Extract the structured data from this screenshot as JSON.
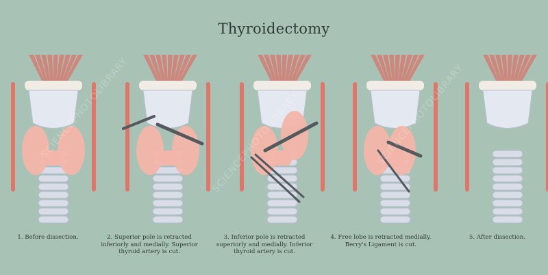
{
  "title": "Thyroidectomy",
  "watermark": "SCIENCEPHOTOLIBRARY",
  "colors": {
    "background": "#a9c2b6",
    "muscle": "#d9736a",
    "thyroid": "#f3b5a9",
    "cartilage": "#e4e8f0",
    "trachea": "#d8dde8",
    "artery": "#e0766a",
    "instrument": "#55585c"
  },
  "steps": [
    {
      "caption": "1. Before dissection.",
      "instruments": "none",
      "gland": "intact"
    },
    {
      "caption": "2. Superior pole is retracted inferiorly and medially. Superior thyroid artery is cut.",
      "instruments": "superior",
      "gland": "intact"
    },
    {
      "caption": "3. Inferior pole is retracted superiorly and medially. Inferior thyroid artery is cut.",
      "instruments": "inferior",
      "gland": "lifted"
    },
    {
      "caption": "4. Free lobe is retracted medially. Berry's Ligament is cut.",
      "instruments": "medial",
      "gland": "free"
    },
    {
      "caption": "5. After dissection.",
      "instruments": "none",
      "gland": "removed"
    }
  ]
}
